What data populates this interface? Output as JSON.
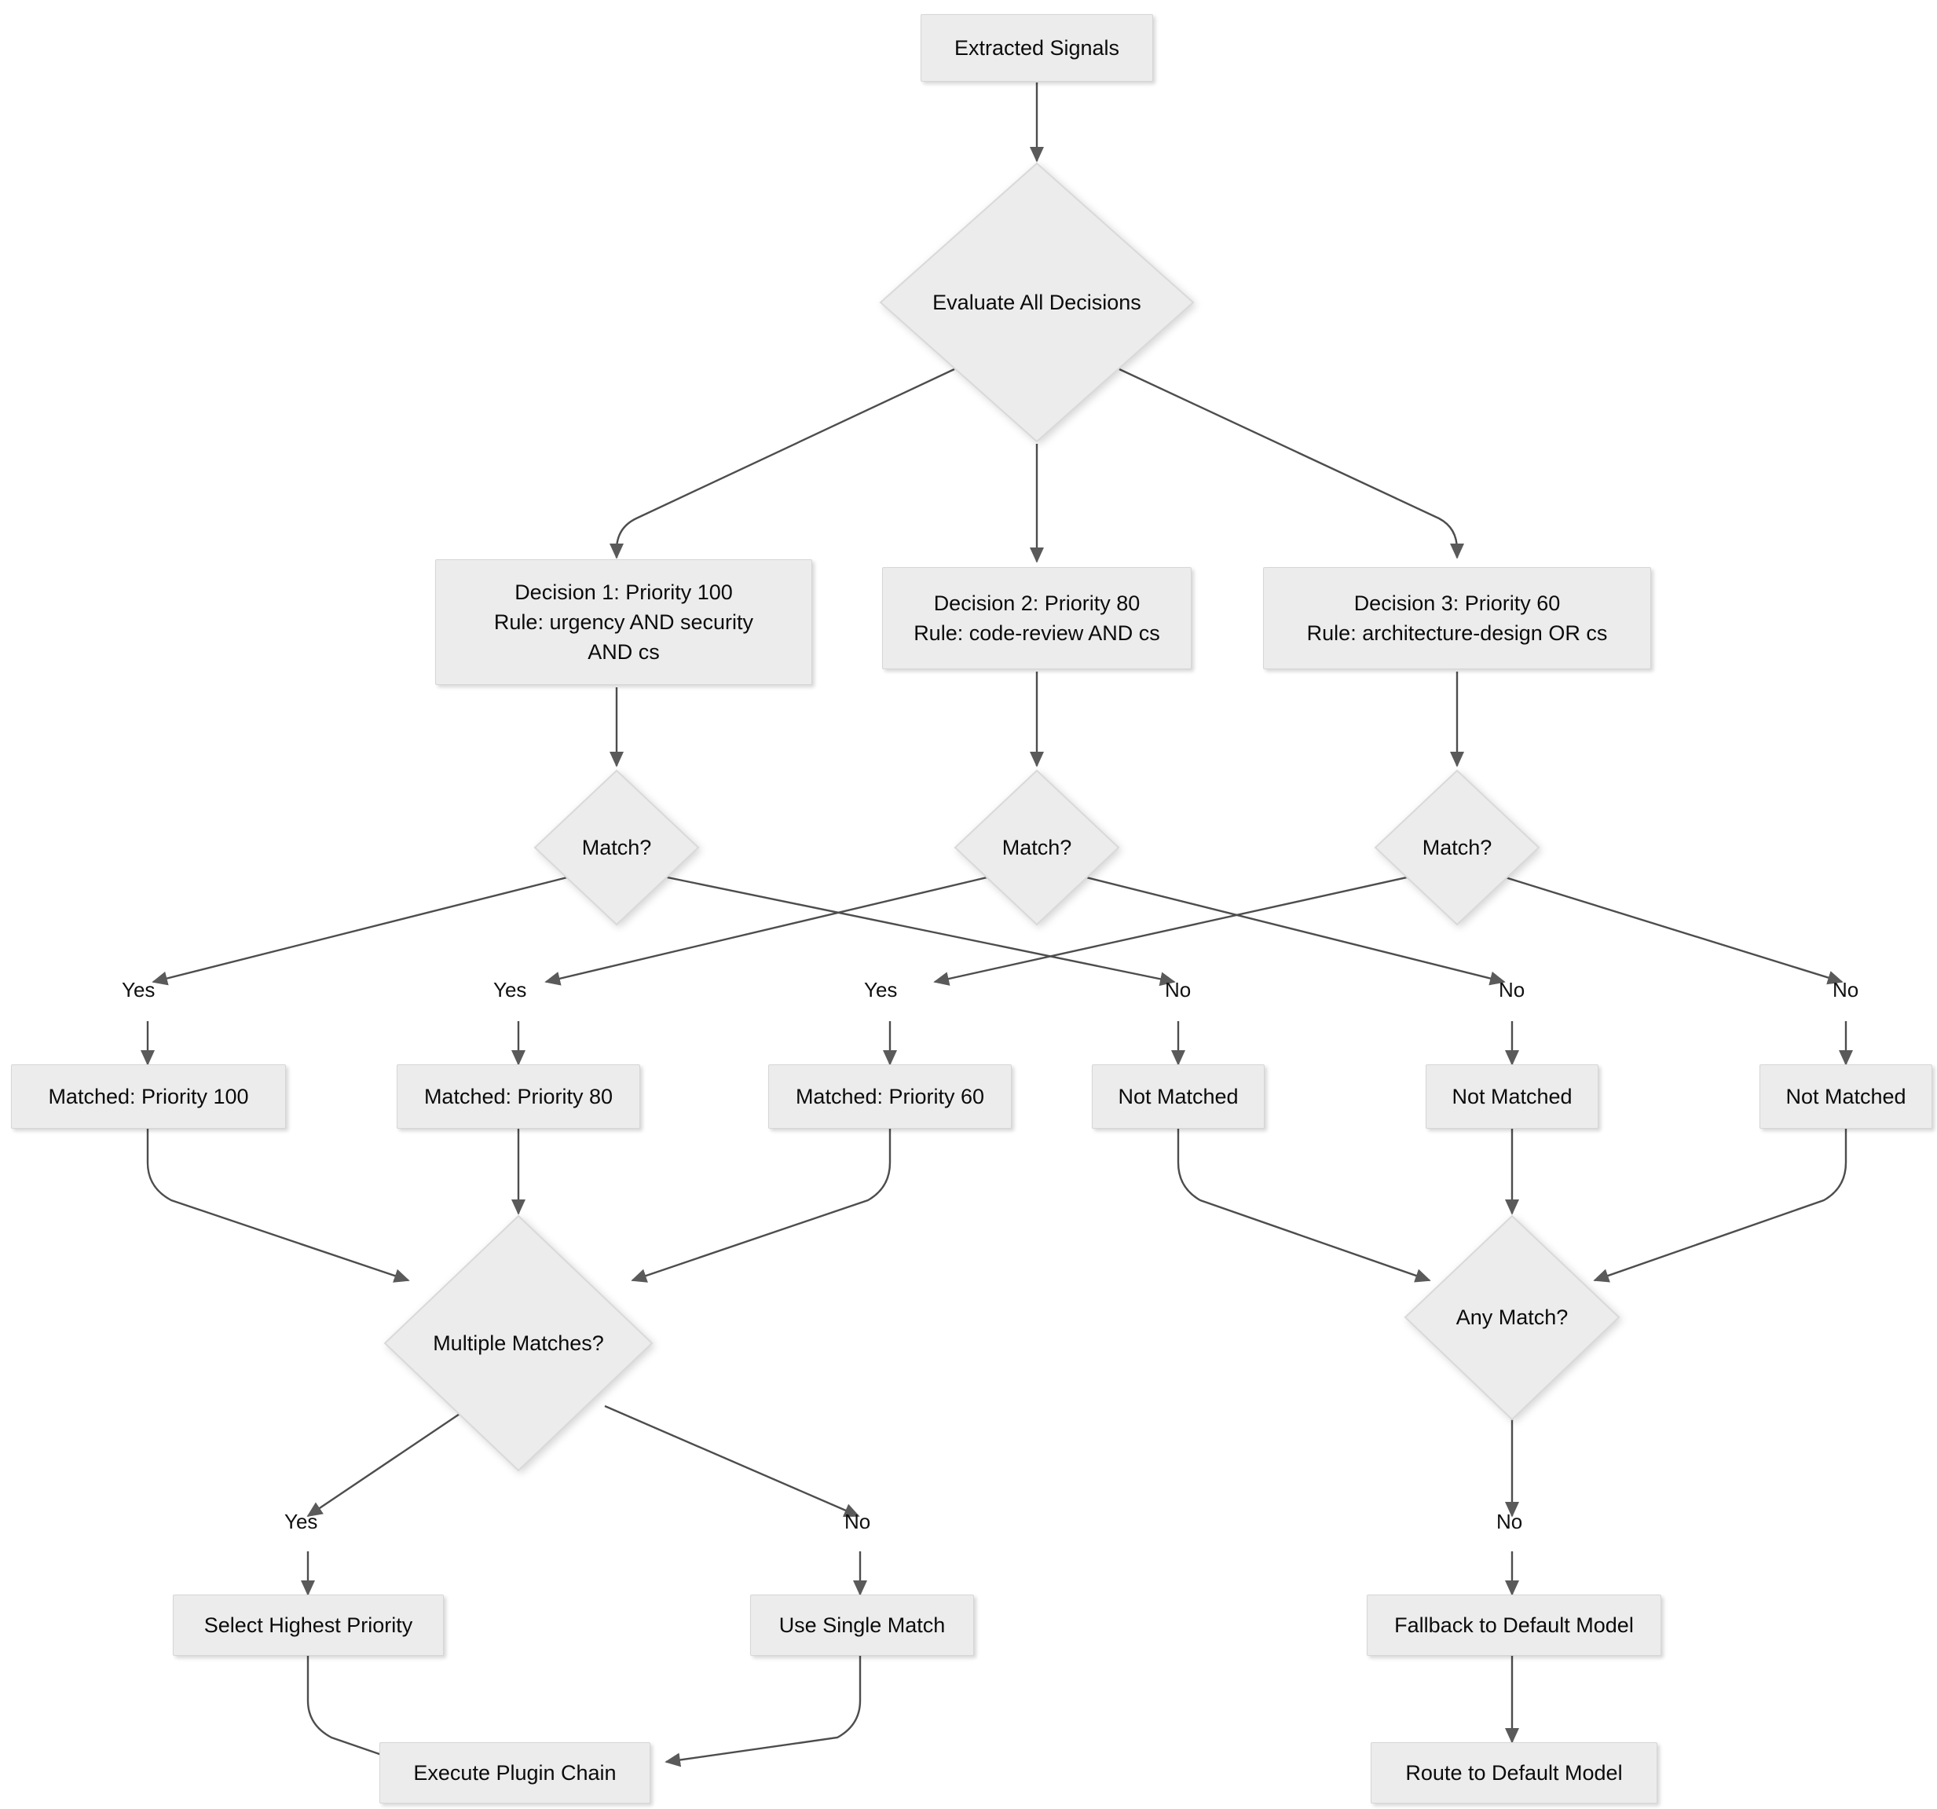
{
  "diagram": {
    "title": "Decision Routing Flowchart",
    "colors": {
      "node_fill": "#ececec",
      "node_border": "#d6d6d6",
      "edge_stroke": "#4d4d4d",
      "text": "#0b0b0b",
      "background": "#ffffff"
    },
    "nodes": {
      "extracted_signals": "Extracted Signals",
      "evaluate_all": "Evaluate All Decisions",
      "decision1_line1": "Decision 1: Priority 100",
      "decision1_line2": "Rule: urgency AND security",
      "decision1_line3": "AND cs",
      "decision2_line1": "Decision 2: Priority 80",
      "decision2_line2": "Rule: code-review AND cs",
      "decision3_line1": "Decision 3: Priority 60",
      "decision3_line2": "Rule: architecture-design OR cs",
      "match1": "Match?",
      "match2": "Match?",
      "match3": "Match?",
      "matched100": "Matched: Priority 100",
      "matched80": "Matched: Priority 80",
      "matched60": "Matched: Priority 60",
      "not_matched1": "Not Matched",
      "not_matched2": "Not Matched",
      "not_matched3": "Not Matched",
      "multiple_matches": "Multiple Matches?",
      "any_match": "Any Match?",
      "select_highest": "Select Highest Priority",
      "use_single": "Use Single Match",
      "fallback_default": "Fallback to Default Model",
      "execute_plugin": "Execute Plugin Chain",
      "route_default": "Route to Default Model"
    },
    "edge_labels": {
      "yes1": "Yes",
      "yes2": "Yes",
      "yes3": "Yes",
      "no1": "No",
      "no2": "No",
      "no3": "No",
      "mm_yes": "Yes",
      "mm_no": "No",
      "am_no": "No"
    }
  }
}
